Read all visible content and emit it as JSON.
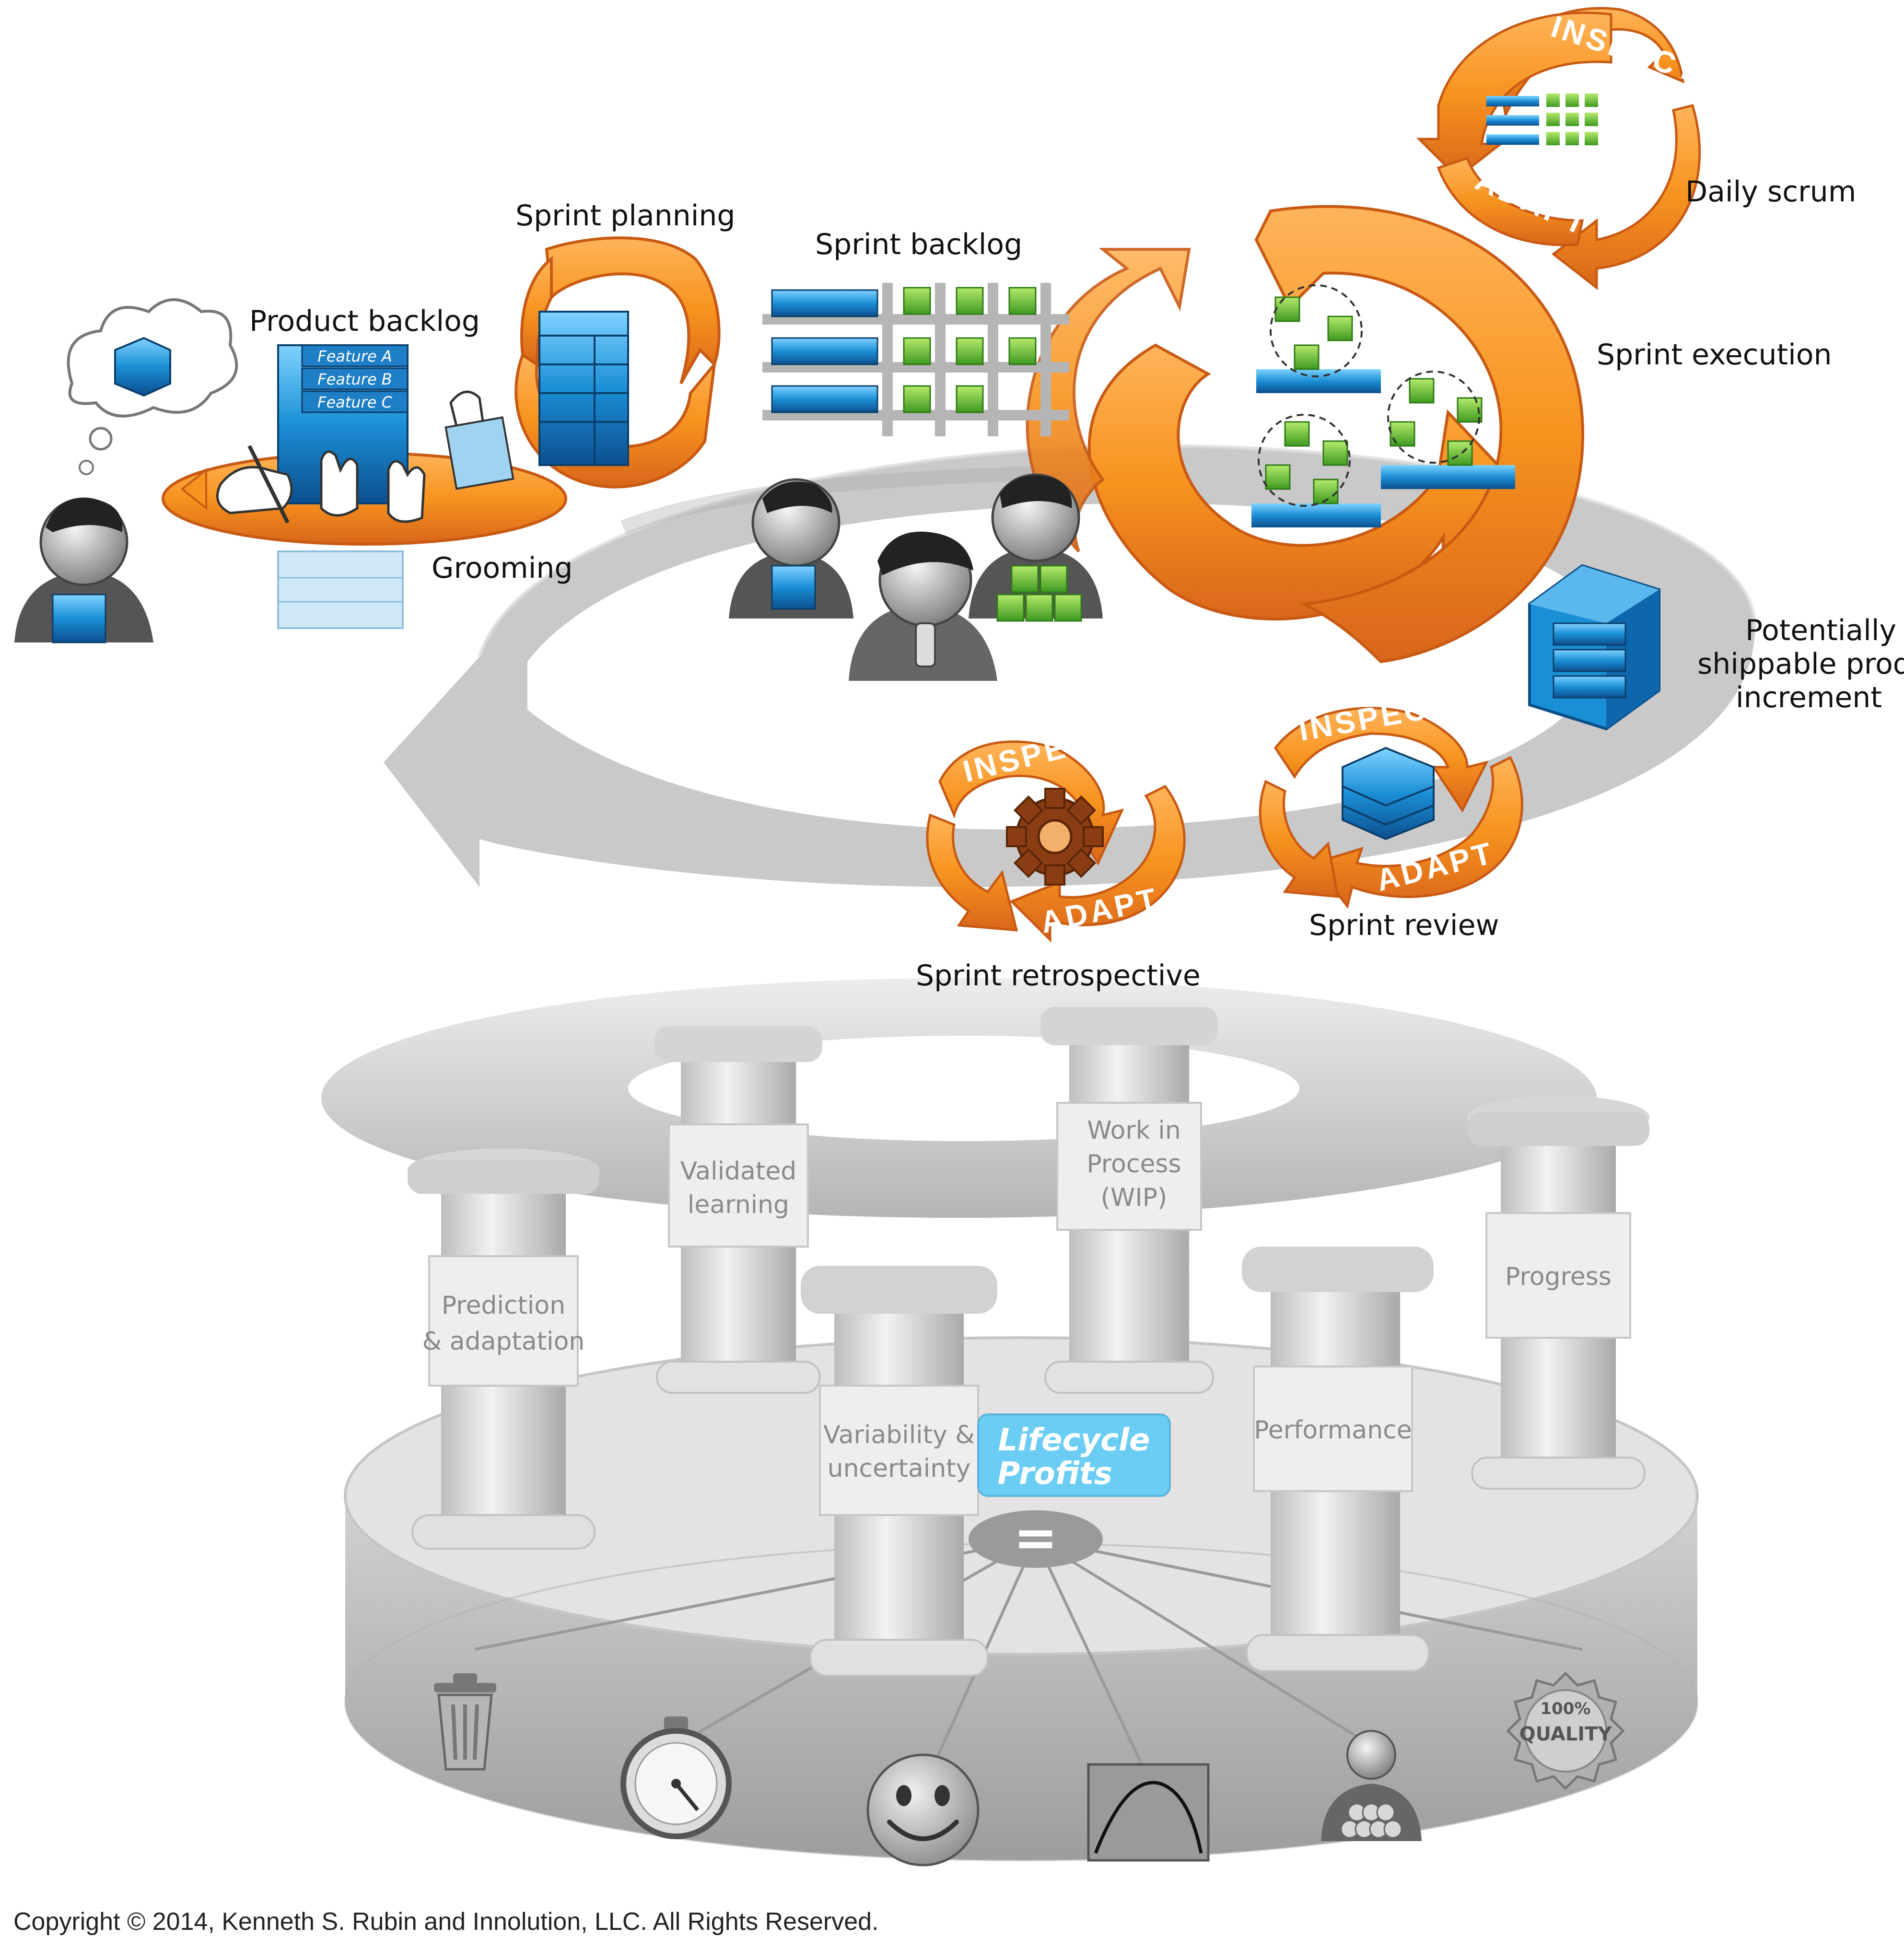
{
  "labels": {
    "daily_scrum": "Daily scrum",
    "sprint_planning": "Sprint planning",
    "sprint_backlog": "Sprint backlog",
    "product_backlog": "Product backlog",
    "grooming": "Grooming",
    "sprint_execution": "Sprint execution",
    "potentially_line1": "Potentially",
    "potentially_line2": "shippable product",
    "potentially_line3": "increment",
    "sprint_review": "Sprint review",
    "sprint_retrospective": "Sprint retrospective"
  },
  "cycle_words": {
    "inspect": "INSPECT",
    "adapt": "ADAPT"
  },
  "product_backlog_features": [
    "Feature A",
    "Feature B",
    "Feature C"
  ],
  "pillars": {
    "validated_learning": [
      "Validated",
      "learning"
    ],
    "wip": [
      "Work in",
      "Process",
      "(WIP)"
    ],
    "prediction": [
      "Prediction",
      "& adaptation"
    ],
    "progress": [
      "Progress"
    ],
    "variability": [
      "Variability &",
      "uncertainty"
    ],
    "performance": [
      "Performance"
    ]
  },
  "lifecycle_profits": [
    "Lifecycle",
    "Profits"
  ],
  "equals_sign": "=",
  "quality_seal": {
    "line1": "100%",
    "line2": "QUALITY"
  },
  "icons": [
    "trash-can-icon",
    "stopwatch-icon",
    "smiley-face-icon",
    "bell-curve-chart-icon",
    "team-person-icon",
    "quality-seal-icon"
  ],
  "copyright": "Copyright © 2014, Kenneth S. Rubin and Innolution, LLC. All Rights Reserved.",
  "colors": {
    "orange": "#f7931e",
    "blue": "#1b8fd6",
    "green": "#7cc242",
    "gray": "#b9b9b9",
    "lifecycle": "#6ccdf4"
  }
}
